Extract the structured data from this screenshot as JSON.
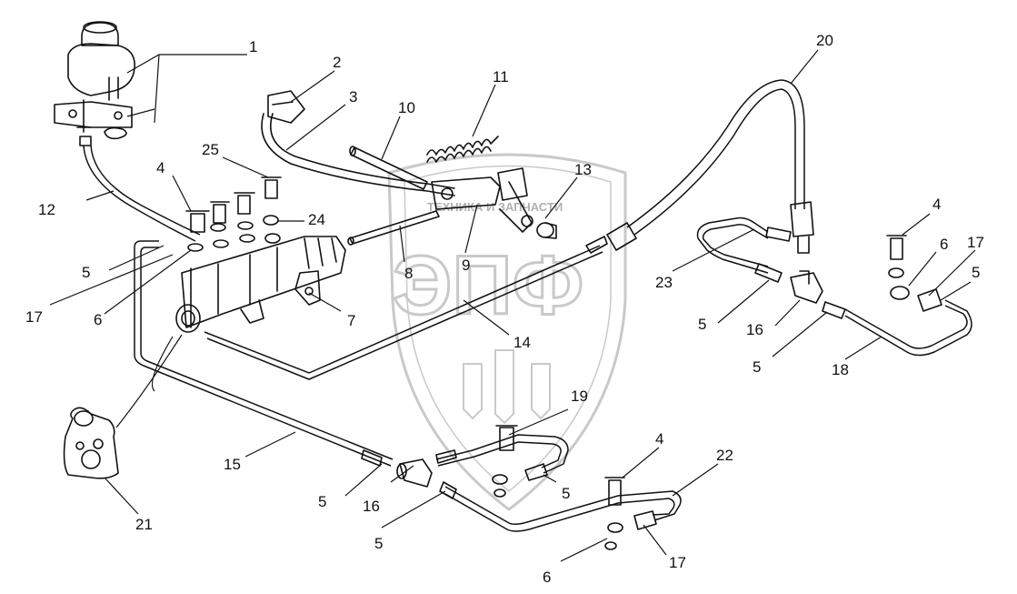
{
  "diagram": {
    "watermark": {
      "logo_text": "ЭПФ",
      "caption": "ТЕХНИКА И ЗАПЧАСТИ"
    },
    "callouts": [
      {
        "id": "c1",
        "text": "1"
      },
      {
        "id": "c2",
        "text": "2"
      },
      {
        "id": "c3",
        "text": "3"
      },
      {
        "id": "c4a",
        "text": "4"
      },
      {
        "id": "c4b",
        "text": "4"
      },
      {
        "id": "c4c",
        "text": "4"
      },
      {
        "id": "c5a",
        "text": "5"
      },
      {
        "id": "c5b",
        "text": "5"
      },
      {
        "id": "c5c",
        "text": "5"
      },
      {
        "id": "c5d",
        "text": "5"
      },
      {
        "id": "c5e",
        "text": "5"
      },
      {
        "id": "c5f",
        "text": "5"
      },
      {
        "id": "c5g",
        "text": "5"
      },
      {
        "id": "c6a",
        "text": "6"
      },
      {
        "id": "c6b",
        "text": "6"
      },
      {
        "id": "c6c",
        "text": "6"
      },
      {
        "id": "c7",
        "text": "7"
      },
      {
        "id": "c8",
        "text": "8"
      },
      {
        "id": "c9",
        "text": "9"
      },
      {
        "id": "c10",
        "text": "10"
      },
      {
        "id": "c11",
        "text": "11"
      },
      {
        "id": "c12",
        "text": "12"
      },
      {
        "id": "c13",
        "text": "13"
      },
      {
        "id": "c14",
        "text": "14"
      },
      {
        "id": "c15",
        "text": "15"
      },
      {
        "id": "c16a",
        "text": "16"
      },
      {
        "id": "c16b",
        "text": "16"
      },
      {
        "id": "c17a",
        "text": "17"
      },
      {
        "id": "c17b",
        "text": "17"
      },
      {
        "id": "c17c",
        "text": "17"
      },
      {
        "id": "c18",
        "text": "18"
      },
      {
        "id": "c19",
        "text": "19"
      },
      {
        "id": "c20",
        "text": "20"
      },
      {
        "id": "c21",
        "text": "21"
      },
      {
        "id": "c22",
        "text": "22"
      },
      {
        "id": "c23",
        "text": "23"
      },
      {
        "id": "c24",
        "text": "24"
      },
      {
        "id": "c25",
        "text": "25"
      }
    ]
  }
}
